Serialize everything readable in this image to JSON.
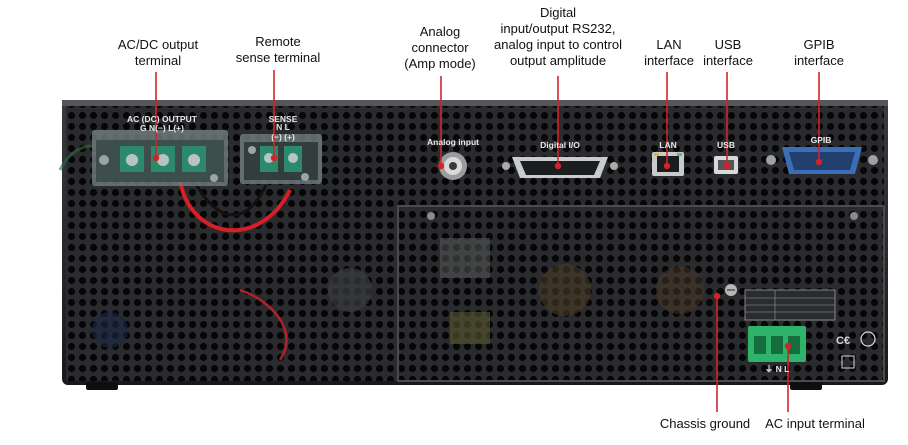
{
  "callouts": {
    "ac_dc_output_terminal": "AC/DC output\nterminal",
    "remote_sense_terminal": "Remote\nsense terminal",
    "analog_connector": "Analog\nconnector\n(Amp mode)",
    "digital_io": "Digital\ninput/output RS232,\nanalog input to control\noutput amplitude",
    "lan_interface": "LAN\ninterface",
    "usb_interface": "USB\ninterface",
    "gpib_interface": "GPIB\ninterface",
    "chassis_ground": "Chassis ground",
    "ac_input_terminal": "AC input terminal"
  },
  "panel_labels": {
    "output_header": "AC (DC) OUTPUT",
    "output_pins": "G    N(−)  L(+)",
    "sense_header": "SENSE",
    "sense_pins": "N    L\n(−)  (+)",
    "analog_input": "Analog input",
    "digital_io": "Digital I/O",
    "lan": "LAN",
    "usb": "USB",
    "gpib": "GPIB",
    "ac_input_pins": "⏚     N     L"
  },
  "colors": {
    "chassis": "#1e1f22",
    "leader": "#d2232a",
    "terminal_green": "#2fb36a",
    "gpib_blue": "#3a6fb8"
  }
}
